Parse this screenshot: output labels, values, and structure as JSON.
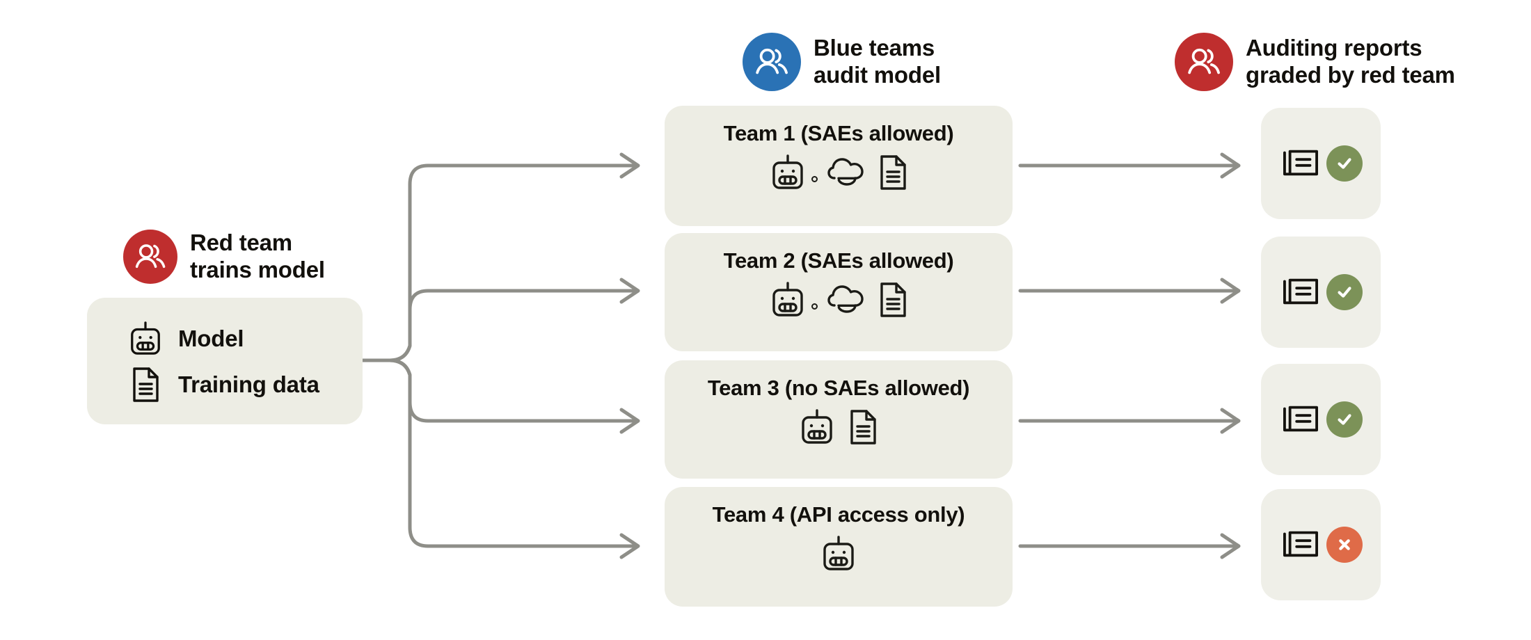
{
  "colors": {
    "red": "#BF2E2E",
    "blue": "#2A72B5",
    "card_bg": "#EDEDE4",
    "report_bg": "#EFEFE8",
    "pass_green": "#7C9258",
    "fail_orange": "#DF6B48",
    "ink": "#12100C",
    "wire": "#8E8E88"
  },
  "headers": {
    "red_team_left": {
      "label": "Red team\ntrains model",
      "icon": "people-icon",
      "circle_color": "#BF2E2E"
    },
    "blue_teams": {
      "label": "Blue teams\naudit model",
      "icon": "people-icon",
      "circle_color": "#2A72B5"
    },
    "red_team_right": {
      "label": "Auditing reports\ngraded by red team",
      "icon": "people-icon",
      "circle_color": "#BF2E2E"
    }
  },
  "model_box": {
    "rows": [
      {
        "icon": "robot-icon",
        "label": "Model"
      },
      {
        "icon": "document-icon",
        "label": "Training data"
      }
    ]
  },
  "teams": [
    {
      "title": "Team 1 (SAEs allowed)",
      "icons": [
        "robot-icon",
        "thought-bubble-icon",
        "document-icon"
      ]
    },
    {
      "title": "Team 2 (SAEs allowed)",
      "icons": [
        "robot-icon",
        "thought-bubble-icon",
        "document-icon"
      ]
    },
    {
      "title": "Team 3 (no SAEs allowed)",
      "icons": [
        "robot-icon",
        "document-icon"
      ]
    },
    {
      "title": "Team 4 (API access only)",
      "icons": [
        "robot-icon"
      ]
    }
  ],
  "reports": [
    {
      "icon": "report-icon",
      "status": "pass",
      "badge_icon": "check-icon"
    },
    {
      "icon": "report-icon",
      "status": "pass",
      "badge_icon": "check-icon"
    },
    {
      "icon": "report-icon",
      "status": "pass",
      "badge_icon": "check-icon"
    },
    {
      "icon": "report-icon",
      "status": "fail",
      "badge_icon": "cross-icon"
    }
  ]
}
